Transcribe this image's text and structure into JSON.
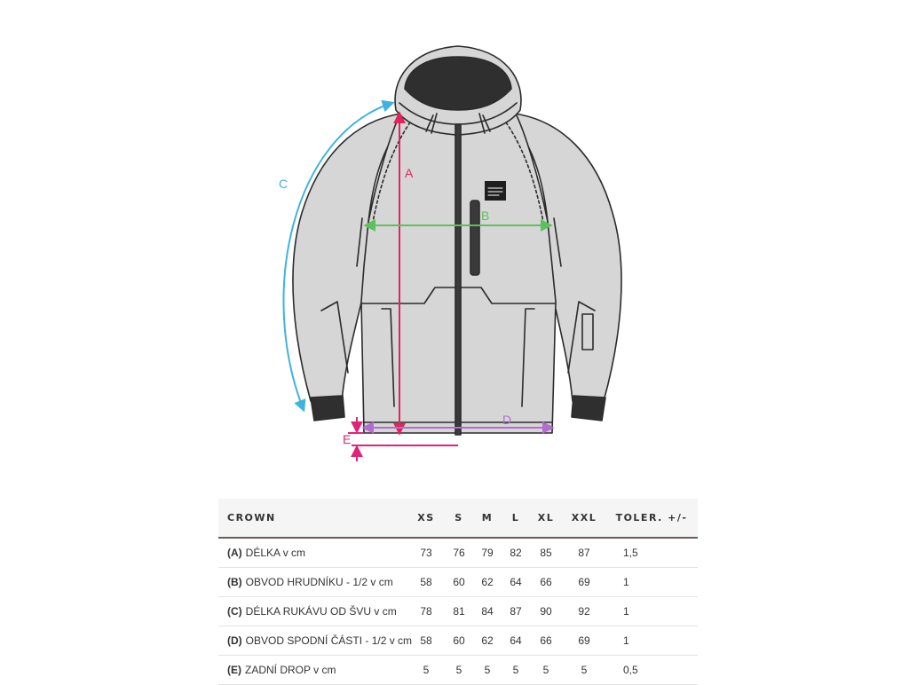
{
  "diagram": {
    "labels": {
      "a": "A",
      "b": "B",
      "c": "C",
      "d": "D",
      "e": "E"
    },
    "colors": {
      "a": "#e0245e",
      "b": "#5cc15c",
      "c": "#3fb3e0",
      "d": "#b46ccf",
      "e": "#e0247a",
      "jacket": "#d6d6d6",
      "outline": "#2b2b2b"
    }
  },
  "table": {
    "headers": {
      "name": "CROWN",
      "xs": "XS",
      "s": "S",
      "m": "M",
      "l": "L",
      "xl": "XL",
      "xxl": "XXL",
      "tol": "TOLER. +/-"
    },
    "rows": [
      {
        "code": "(A)",
        "label": "DÉLKA v cm",
        "values": [
          "73",
          "76",
          "79",
          "82",
          "85",
          "87"
        ],
        "tol": "1,5"
      },
      {
        "code": "(B)",
        "label": "OBVOD HRUDNÍKU - 1/2 v cm",
        "values": [
          "58",
          "60",
          "62",
          "64",
          "66",
          "69"
        ],
        "tol": "1"
      },
      {
        "code": "(C)",
        "label": "DÉLKA RUKÁVU OD ŠVU v cm",
        "values": [
          "78",
          "81",
          "84",
          "87",
          "90",
          "92"
        ],
        "tol": "1"
      },
      {
        "code": "(D)",
        "label": "OBVOD SPODNÍ ČÁSTI - 1/2 v cm",
        "values": [
          "58",
          "60",
          "62",
          "64",
          "66",
          "69"
        ],
        "tol": "1"
      },
      {
        "code": "(E)",
        "label": "ZADNÍ DROP v cm",
        "values": [
          "5",
          "5",
          "5",
          "5",
          "5",
          "5"
        ],
        "tol": "0,5"
      }
    ]
  }
}
